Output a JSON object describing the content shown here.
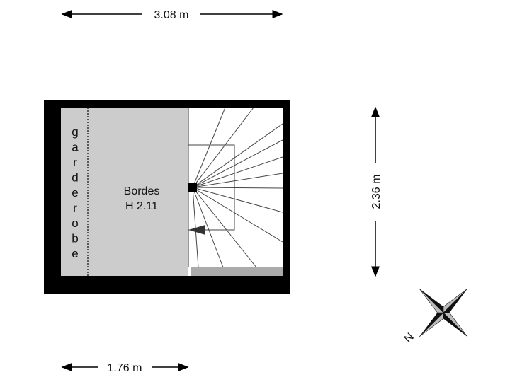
{
  "dimensions": {
    "top_width": "3.08 m",
    "right_height": "2.36 m",
    "bottom_width": "1.76 m"
  },
  "rooms": {
    "landing_name": "Bordes",
    "landing_height": "H 2.11",
    "wardrobe_label": "garderobe"
  },
  "compass": {
    "north_label": "N"
  },
  "colors": {
    "wall": "#000000",
    "floor_fill": "#cccccc",
    "stair_fill": "#ffffff",
    "line": "#444444"
  }
}
